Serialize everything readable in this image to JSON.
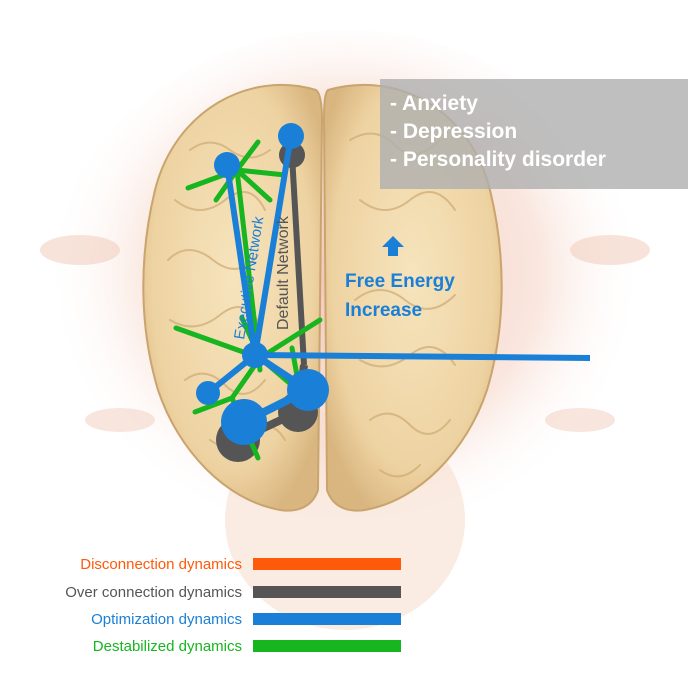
{
  "conditions": {
    "items": [
      "- Anxiety",
      "- Depression",
      "- Personality disorder"
    ],
    "box_color": "#aaaaaa",
    "text_color": "#ffffff"
  },
  "networks": {
    "executive": {
      "label": "Executive Network",
      "color": "#1a7fd6"
    },
    "default": {
      "label": "Default Network",
      "color": "#555555"
    }
  },
  "free_energy": {
    "line1": "Free Energy",
    "line2": "Increase",
    "color": "#1a7fd6",
    "icon": "up-arrow-icon"
  },
  "legend": [
    {
      "label": "Disconnection dynamics",
      "color": "#ff5a0a"
    },
    {
      "label": "Over connection dynamics",
      "color": "#555555"
    },
    {
      "label": "Optimization dynamics",
      "color": "#1a7fd6"
    },
    {
      "label": "Destabilized dynamics",
      "color": "#17b51f"
    }
  ]
}
